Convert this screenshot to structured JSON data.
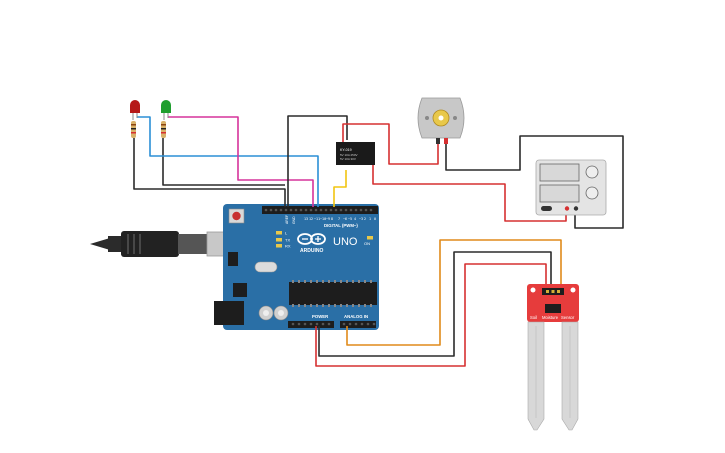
{
  "arduino": {
    "brand_text": "ARDUINO",
    "model_text": "UNO",
    "digital_header_label": "DIGITAL (PWM~)",
    "power_header_label": "POWER",
    "analog_header_label": "ANALOG IN",
    "on_label": "ON",
    "tx_label": "TX",
    "rx_label": "RX",
    "l_label": "L",
    "aref_label": "AREF",
    "gnd_label": "GND"
  },
  "relay": {
    "part_text": "KY-019",
    "rating_line_1": "5V 10A 250V",
    "rating_line_2": "5V 10A 30V"
  },
  "soil_sensor": {
    "label_left": "Soil",
    "label_middle": "Moisture",
    "label_right": "Sensor"
  },
  "colors": {
    "board": "#2a6fa6",
    "wire_black": "#2b2b2b",
    "wire_red": "#d63031",
    "wire_blue": "#2b8fd6",
    "wire_pink": "#d6339b",
    "wire_orange": "#e08a1a",
    "wire_yellow": "#f2c511",
    "led_red": "#b51818",
    "led_green": "#1f9e2e",
    "sensor": "#e63c3c",
    "motor": "#c8c8c8",
    "supply": "#e4e4e4"
  },
  "icons": [
    "usb-cable-icon",
    "reset-button-icon",
    "arduino-logo-icon",
    "dc-motor-icon",
    "power-supply-icon"
  ]
}
